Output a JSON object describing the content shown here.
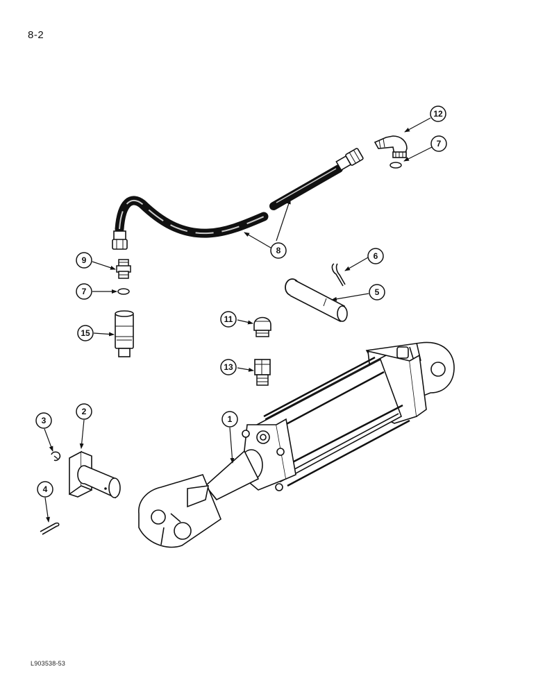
{
  "page": {
    "number": "8-2",
    "figure_code": "L903538-53"
  },
  "callouts": [
    {
      "label": "1"
    },
    {
      "label": "2"
    },
    {
      "label": "3"
    },
    {
      "label": "4"
    },
    {
      "label": "5"
    },
    {
      "label": "6"
    },
    {
      "label": "7"
    },
    {
      "label": "7"
    },
    {
      "label": "8"
    },
    {
      "label": "9"
    },
    {
      "label": "11"
    },
    {
      "label": "12"
    },
    {
      "label": "13"
    },
    {
      "label": "15"
    }
  ]
}
